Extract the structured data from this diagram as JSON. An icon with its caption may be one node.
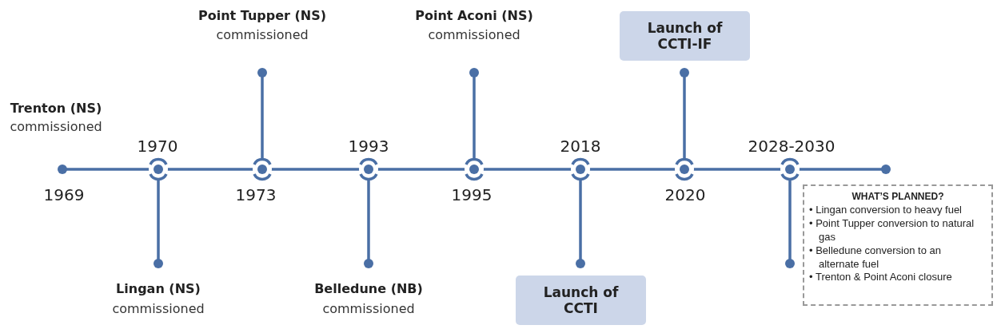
{
  "diagram": {
    "nodes": [
      {
        "text": [
          "Launch of CCTI-IF"
        ]
      },
      {
        "text": [
          "Launch of CCTI"
        ]
      },
      {
        "text": [
          "WHAT’S PLANNED?",
          "• Lingan conversion to heavy fuel",
          "• Point Tupper conversion to natural gas",
          "• Belledune conversion to an alternate fuel",
          "• Trenton & Point Aconi closure"
        ]
      }
    ],
    "labels": [
      "Point Tupper (NS)",
      "commissioned",
      "Point Aconi (NS)",
      "commissioned",
      "Trenton (NS)",
      "commissioned",
      "1970",
      "1993",
      "2018",
      "2028-2030",
      "1969",
      "1973",
      "1995",
      "2020",
      "Lingan (NS)",
      "commissioned",
      "Belledune (NB)",
      "commissioned"
    ]
  }
}
